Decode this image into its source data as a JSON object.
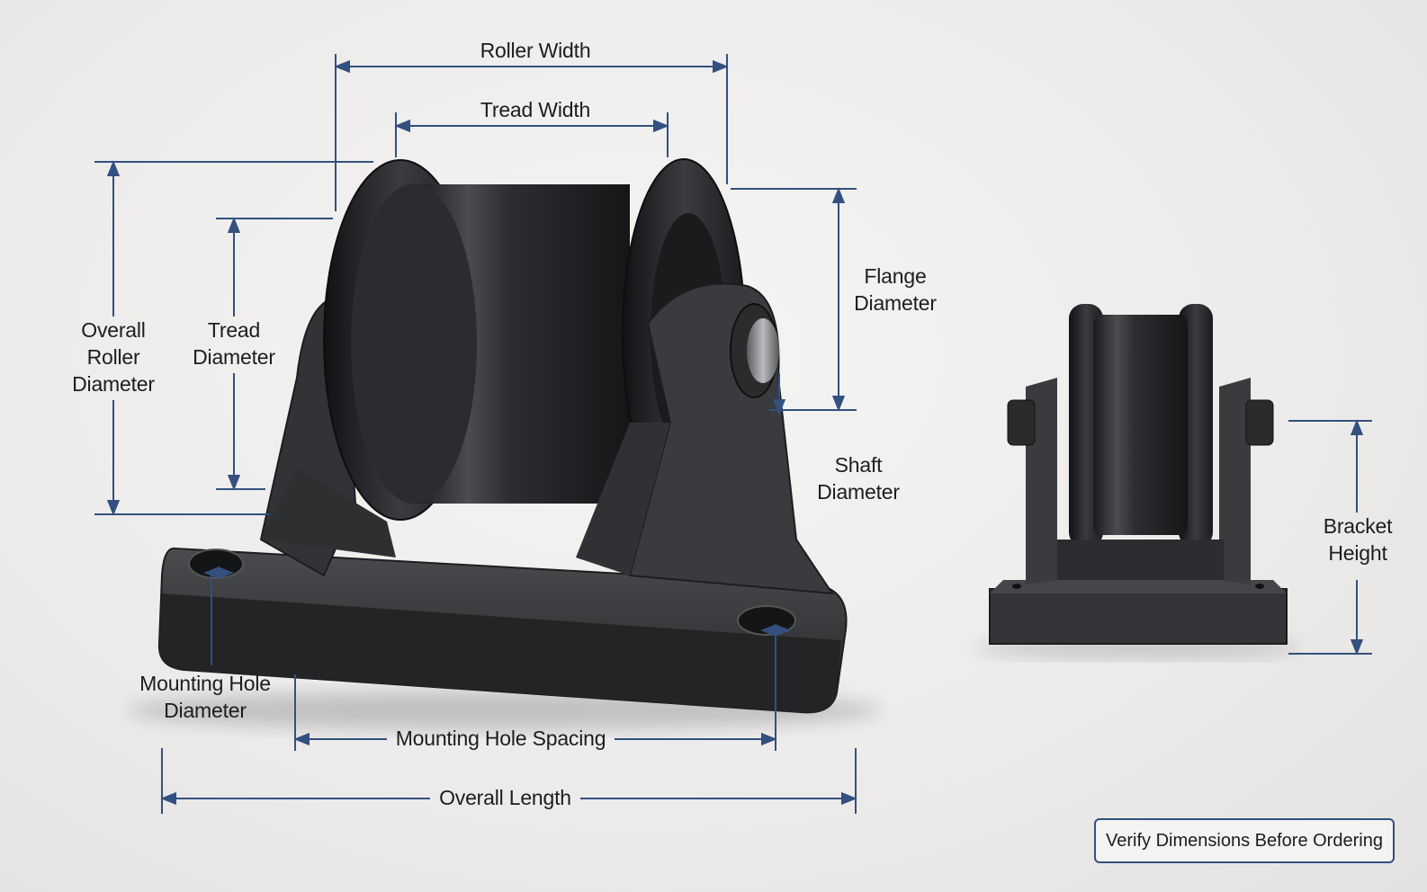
{
  "labels": {
    "roller_width": "Roller Width",
    "tread_width": "Tread Width",
    "overall_roller_diameter": "Overall\nRoller\nDiameter",
    "tread_diameter": "Tread\nDiameter",
    "flange_diameter": "Flange\nDiameter",
    "shaft_diameter": "Shaft\nDiameter",
    "mounting_hole_diameter": "Mounting Hole\nDiameter",
    "mounting_hole_spacing": "Mounting Hole Spacing",
    "overall_length": "Overall Length",
    "bracket_height": "Bracket\nHeight"
  },
  "note": "Verify Dimensions Before Ordering",
  "colors": {
    "dimension_line": "#33507f",
    "part_dark": "#2a2b2d",
    "background": "#ecebea"
  }
}
